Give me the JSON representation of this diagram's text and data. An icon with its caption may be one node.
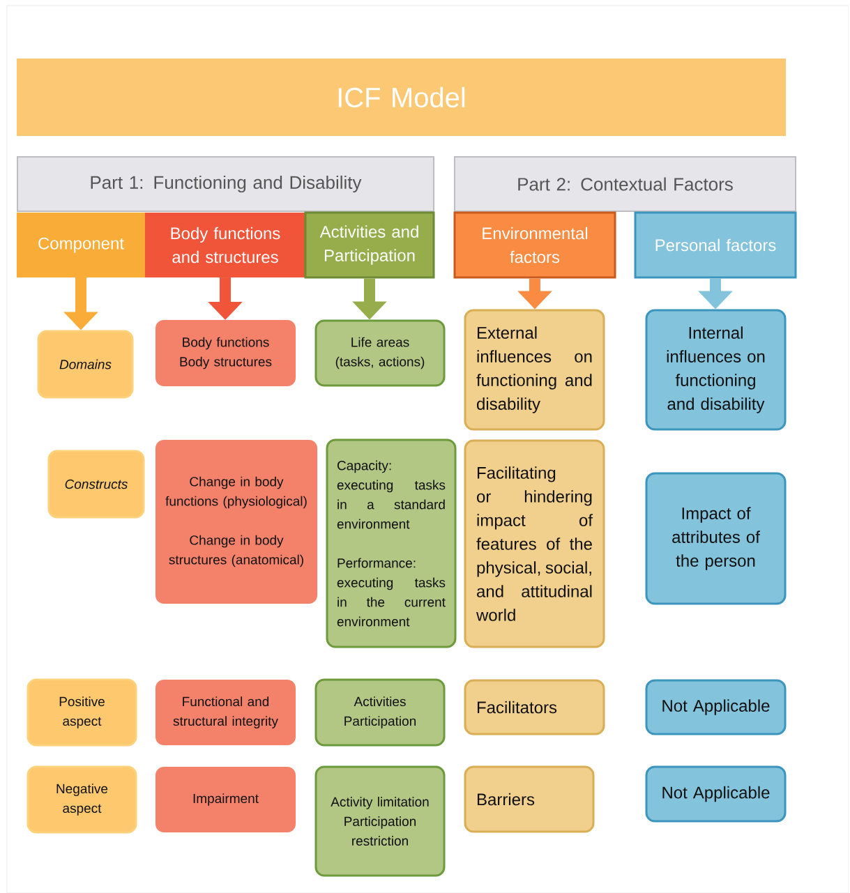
{
  "diagram": {
    "nodes": [
      {
        "text": [
          "ICF Model"
        ]
      },
      {
        "text": [
          "Part 1: Functioning and Disability"
        ]
      },
      {
        "text": [
          "Part 2: Contextual Factors"
        ]
      },
      {
        "text": [
          "Component"
        ]
      },
      {
        "text": [
          "Body functions and structures"
        ]
      },
      {
        "text": [
          "Activities and Participation"
        ]
      },
      {
        "text": [
          "Environmental factors"
        ]
      },
      {
        "text": [
          "Personal factors"
        ]
      },
      {
        "text": [
          "Domains"
        ]
      },
      {
        "text": [
          "Body functions",
          "Body structures"
        ]
      },
      {
        "text": [
          "Life areas (tasks, actions)"
        ]
      },
      {
        "text": [
          "External influences on functioning and disability"
        ]
      },
      {
        "text": [
          "Internal influences on functioning and disability"
        ]
      },
      {
        "text": [
          "Constructs"
        ]
      },
      {
        "text": [
          "Change in body functions (physiological)",
          "Change in body structures (anatomical)"
        ]
      },
      {
        "text": [
          "Capacity: executing tasks in a standard environment",
          "Performance: executing tasks in the current environment"
        ]
      },
      {
        "text": [
          "Facilitating or hindering impact of features of the physical, social, and attitudinal world"
        ]
      },
      {
        "text": [
          "Impact of attributes of the person"
        ]
      },
      {
        "text": [
          "Positive aspect"
        ]
      },
      {
        "text": [
          "Functional and structural integrity"
        ]
      },
      {
        "text": [
          "Activities",
          "Participation"
        ]
      },
      {
        "text": [
          "Facilitators"
        ]
      },
      {
        "text": [
          "Not Applicable"
        ]
      },
      {
        "text": [
          "Negative aspect"
        ]
      },
      {
        "text": [
          "Impairment"
        ]
      },
      {
        "text": [
          "Activity limitation",
          "Participation restriction"
        ]
      },
      {
        "text": [
          "Barriers"
        ]
      },
      {
        "text": [
          "Not Applicable"
        ]
      }
    ],
    "edges": [
      {
        "from": 3,
        "to": 8,
        "arrow": "to",
        "color": "#f9ac37"
      },
      {
        "from": 4,
        "to": 9,
        "arrow": "to",
        "color": "#f0553a"
      },
      {
        "from": 5,
        "to": 10,
        "arrow": "to",
        "color": "#97ad4c"
      },
      {
        "from": 6,
        "to": 11,
        "arrow": "to",
        "color": "#f98c42"
      },
      {
        "from": 7,
        "to": 12,
        "arrow": "to",
        "color": "#84c3dc"
      }
    ]
  }
}
